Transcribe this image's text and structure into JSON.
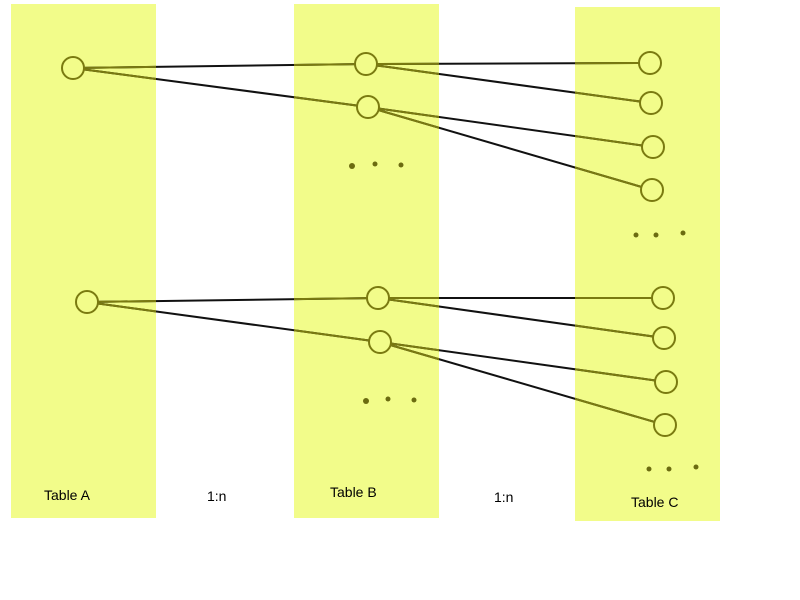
{
  "diagram": {
    "tables": [
      {
        "label": "Table A"
      },
      {
        "label": "Table B"
      },
      {
        "label": "Table C"
      }
    ],
    "relations": [
      {
        "label": "1:n"
      },
      {
        "label": "1:n"
      }
    ]
  },
  "colors": {
    "band": "#f2fc8a",
    "node_stroke": "#7a7a10",
    "line_inside_band": "#7a7a10",
    "line_outside_band": "#111111",
    "dots": "#6b6b10",
    "text": "#000000"
  }
}
